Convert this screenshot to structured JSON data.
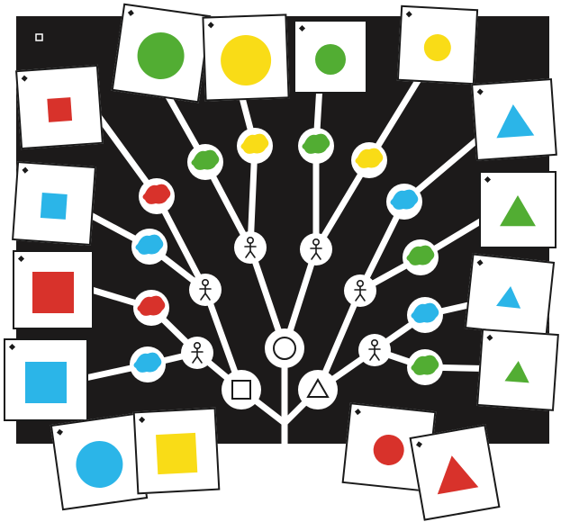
{
  "colors": {
    "board": "#1c1a1a",
    "branch": "#ffffff",
    "red": "#d8322b",
    "blue": "#2bb5e8",
    "yellow": "#f9dc17",
    "green": "#52ad33",
    "ink": "#1a1a1a"
  },
  "root_nodes": [
    {
      "name": "square-outline-node",
      "icon": "square-outline-icon"
    },
    {
      "name": "circle-outline-node",
      "icon": "circle-outline-icon"
    },
    {
      "name": "triangle-outline-node",
      "icon": "triangle-outline-icon"
    }
  ],
  "person_nodes": [
    {
      "name": "person-node-left-lower",
      "icon": "person-icon"
    },
    {
      "name": "person-node-left-middle",
      "icon": "person-icon"
    },
    {
      "name": "person-node-center-left",
      "icon": "person-icon"
    },
    {
      "name": "person-node-center-right",
      "icon": "person-icon"
    },
    {
      "name": "person-node-right-middle",
      "icon": "person-icon"
    },
    {
      "name": "person-node-right-lower",
      "icon": "person-icon"
    }
  ],
  "color_nodes": [
    {
      "name": "blue-splotch-node",
      "color": "blue"
    },
    {
      "name": "red-splotch-node",
      "color": "red"
    },
    {
      "name": "blue-splotch-node",
      "color": "blue"
    },
    {
      "name": "red-splotch-node",
      "color": "red"
    },
    {
      "name": "green-splotch-node",
      "color": "green"
    },
    {
      "name": "yellow-splotch-node",
      "color": "yellow"
    },
    {
      "name": "green-splotch-node",
      "color": "green"
    },
    {
      "name": "yellow-splotch-node",
      "color": "yellow"
    },
    {
      "name": "blue-splotch-node",
      "color": "blue"
    },
    {
      "name": "green-splotch-node",
      "color": "green"
    },
    {
      "name": "blue-splotch-node",
      "color": "blue"
    },
    {
      "name": "green-splotch-node",
      "color": "green"
    }
  ],
  "cards": [
    {
      "name": "card-red-square-small",
      "shape": "square",
      "color": "red",
      "size": "small"
    },
    {
      "name": "card-blue-square-small",
      "shape": "square",
      "color": "blue",
      "size": "small"
    },
    {
      "name": "card-red-square-large",
      "shape": "square",
      "color": "red",
      "size": "large"
    },
    {
      "name": "card-blue-square-large",
      "shape": "square",
      "color": "blue",
      "size": "large"
    },
    {
      "name": "card-blue-circle-large",
      "shape": "circle",
      "color": "blue",
      "size": "large"
    },
    {
      "name": "card-yellow-square-large",
      "shape": "square",
      "color": "yellow",
      "size": "large"
    },
    {
      "name": "card-green-circle-large",
      "shape": "circle",
      "color": "green",
      "size": "large"
    },
    {
      "name": "card-yellow-circle-large",
      "shape": "circle",
      "color": "yellow",
      "size": "large"
    },
    {
      "name": "card-green-circle-small",
      "shape": "circle",
      "color": "green",
      "size": "small"
    },
    {
      "name": "card-yellow-circle-small",
      "shape": "circle",
      "color": "yellow",
      "size": "small"
    },
    {
      "name": "card-blue-triangle-large",
      "shape": "triangle",
      "color": "blue",
      "size": "large"
    },
    {
      "name": "card-green-triangle-large",
      "shape": "triangle",
      "color": "green",
      "size": "large"
    },
    {
      "name": "card-blue-triangle-small",
      "shape": "triangle",
      "color": "blue",
      "size": "small"
    },
    {
      "name": "card-green-triangle-small",
      "shape": "triangle",
      "color": "green",
      "size": "small"
    },
    {
      "name": "card-red-circle-small",
      "shape": "circle",
      "color": "red",
      "size": "small"
    },
    {
      "name": "card-red-triangle-large",
      "shape": "triangle",
      "color": "red",
      "size": "large"
    }
  ]
}
